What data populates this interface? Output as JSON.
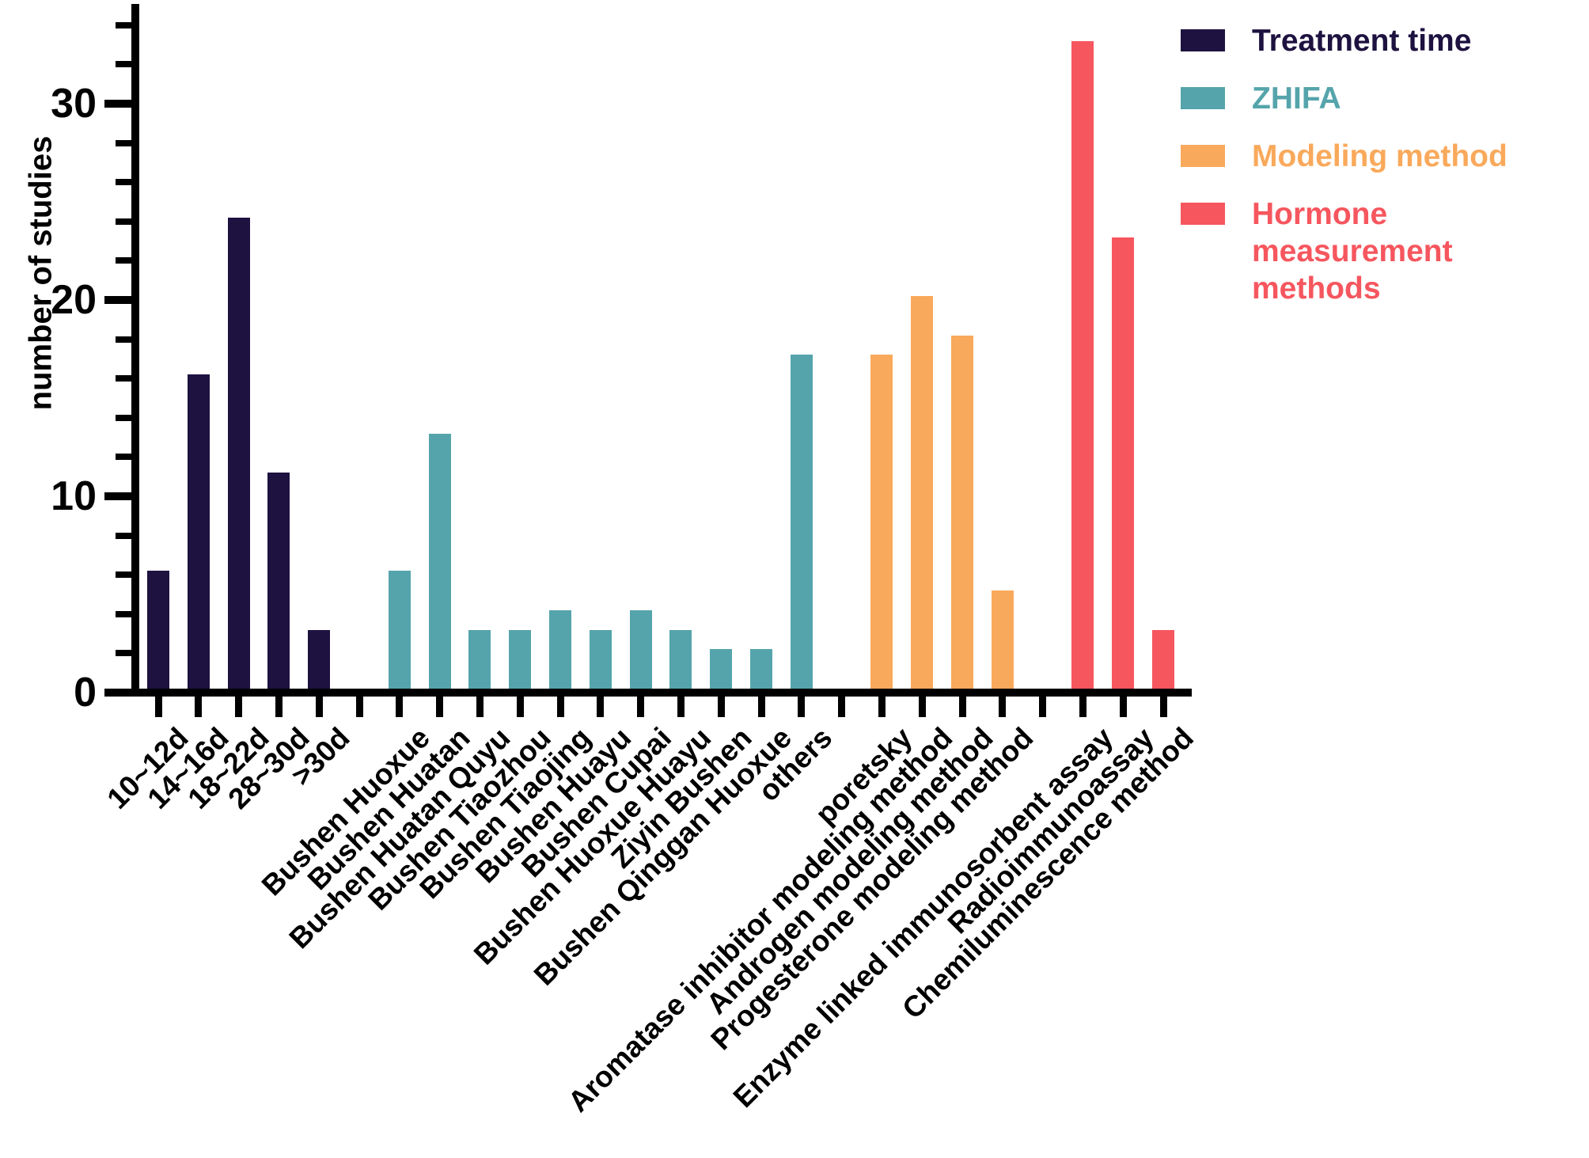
{
  "chart_data": {
    "type": "bar",
    "title": "",
    "xlabel": "",
    "ylabel": "number of studies",
    "ylim": [
      0,
      34
    ],
    "yticks": [
      0,
      10,
      20,
      30
    ],
    "y_minor_tick_step": 2,
    "grid": false,
    "legend_position": "top-right",
    "bar_label_rotation_deg": -45,
    "series": [
      {
        "name": "Treatment time",
        "color": "#1e1240",
        "categories": [
          "10~12d",
          "14~16d",
          "18~22d",
          "28~30d",
          ">30d"
        ],
        "values": [
          6,
          16,
          24,
          11,
          3
        ]
      },
      {
        "name": "ZHIFA",
        "color": "#55a4ab",
        "categories": [
          "Bushen Huoxue",
          "Bushen Huatan",
          "Bushen Huatan Quyu",
          "Bushen Tiaozhou",
          "Bushen Tiaojing",
          "Bushen Huayu",
          "Bushen Cupai",
          "Bushen Huoxue Huayu",
          "Ziyin Bushen",
          "Bushen Qinggan Huoxue",
          "others"
        ],
        "values": [
          6,
          13,
          3,
          3,
          4,
          3,
          4,
          3,
          2,
          2,
          17
        ]
      },
      {
        "name": "Modeling method",
        "color": "#f9a95b",
        "categories": [
          "poretsky",
          "Aromatase inhibitor modeling method",
          "Androgen modeling method",
          "Progesterone modeling method"
        ],
        "values": [
          17,
          20,
          18,
          5
        ]
      },
      {
        "name": "Hormone measurement methods",
        "color": "#f6565e",
        "categories": [
          "Enzyme linked immunosorbent assay",
          "Radioimmunoassay",
          "Chemiluminescence method"
        ],
        "values": [
          33,
          23,
          3
        ]
      }
    ]
  }
}
